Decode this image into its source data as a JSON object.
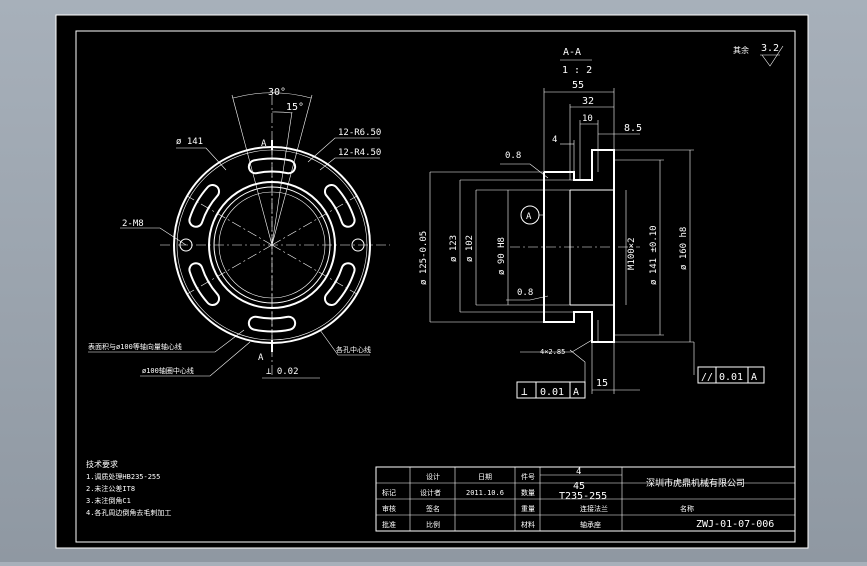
{
  "front_view": {
    "angle_30": "30°",
    "angle_15": "15°",
    "dia_141": "ø 141",
    "slot_r650": "12-R6.50",
    "slot_r450": "12-R4.50",
    "hole_m8": "2-M8",
    "section_a_top": "A",
    "section_a_bottom": "A",
    "runout": "⊥ 0.02",
    "note_left_1": "表面积与ø100等轴向量轴心线",
    "note_left_2": "ø100轴圈中心线",
    "note_right_1": "各孔中心线"
  },
  "section_view": {
    "title": "A-A",
    "scale": "1 : 2",
    "dim_55": "55",
    "dim_32": "32",
    "dim_10": "10",
    "dim_4": "4",
    "dim_85": "8.5",
    "dim_15": "15",
    "rough_08a": "0.8",
    "rough_08b": "0.8",
    "datum_a": "A",
    "dia_125": "ø 125-0.05",
    "dia_123": "ø 123",
    "dia_102": "ø 102",
    "dia_90": "ø 90 H8",
    "m100": "M100×2",
    "dia_141b": "ø 141 ±0.10",
    "dia_160": "ø 160 h8",
    "chamfer": "4×2.85",
    "perp_sym": "⊥",
    "perp_val": "0.01",
    "perp_ref": "A",
    "par_sym": "//",
    "par_val": "0.01",
    "par_ref": "A"
  },
  "roughness": {
    "label": "其余",
    "value": "3.2"
  },
  "tech_notes": [
    "技术要求",
    "1.调质处理HB235-255",
    "2.未注公差IT8",
    "3.未注倒角C1",
    "4.各孔周边倒角去毛刺加工"
  ],
  "title_block": {
    "company": "深圳市虎鼎机械有限公司",
    "quantity": "4",
    "weight": "45",
    "material": "T235-255",
    "part_name": "连接法兰",
    "part_sub": "轴承座",
    "drawing_no": "ZWJ-01-07-006",
    "date": "2011.10.6",
    "designer": "设计者",
    "h_design": "设计",
    "h_check": "审核",
    "h_approve": "批准",
    "h_mark": "标记",
    "h_count": "数量",
    "h_weight": "重量",
    "h_material": "材料",
    "h_name": "名称",
    "h_scale": "比例",
    "h_sign": "签名",
    "h_date": "日期",
    "h_part": "件号"
  }
}
